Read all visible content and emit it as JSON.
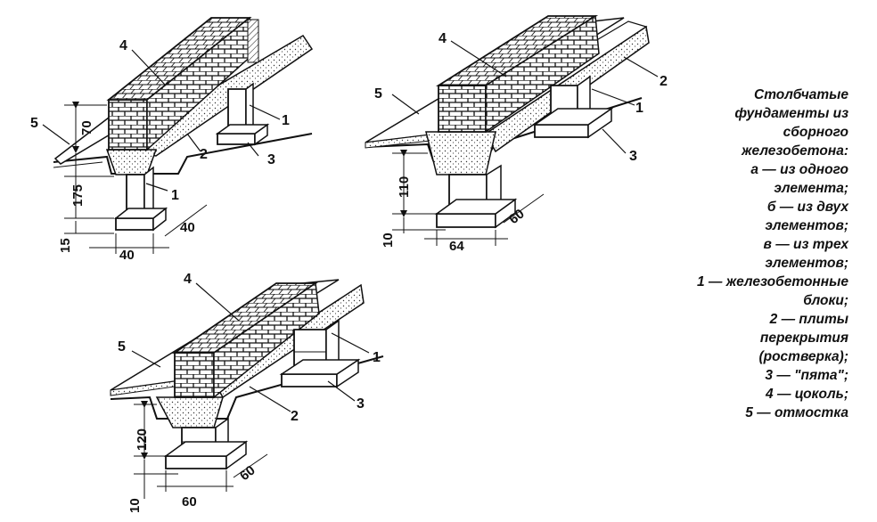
{
  "diagrams": {
    "a": {
      "callouts": [
        "4",
        "5",
        "2",
        "1",
        "3",
        "1"
      ],
      "dims": {
        "h_plinth": "70",
        "h_pillar": "175",
        "h_pad": "15",
        "w_pad": "40",
        "d_pad": "40"
      }
    },
    "b": {
      "callouts": [
        "4",
        "5",
        "2",
        "1",
        "3"
      ],
      "dims": {
        "h_pillar": "110",
        "h_pad": "10",
        "w_pad": "64",
        "d_pad": "60"
      }
    },
    "c": {
      "callouts": [
        "4",
        "5",
        "1",
        "2",
        "3"
      ],
      "dims": {
        "h_pillar": "120",
        "h_pad": "10",
        "w_pad": "60",
        "d_pad": "60"
      }
    }
  },
  "caption": [
    "Столбчатые",
    "фундаменты из",
    "сборного",
    "железобетона:",
    "а — из одного",
    "элемента;",
    "б — из двух",
    "элементов;",
    "в — из трех",
    "элементов;",
    "1 — железобетонные",
    "блоки;",
    "2 — плиты",
    "перекрытия",
    "(ростверка);",
    "3 — \"пята\";",
    "4 — цоколь;",
    "5 — отмостка"
  ],
  "colors": {
    "ink": "#111111",
    "paper": "#ffffff",
    "stipple": "#e6e6e6",
    "brick": "#ffffff"
  }
}
